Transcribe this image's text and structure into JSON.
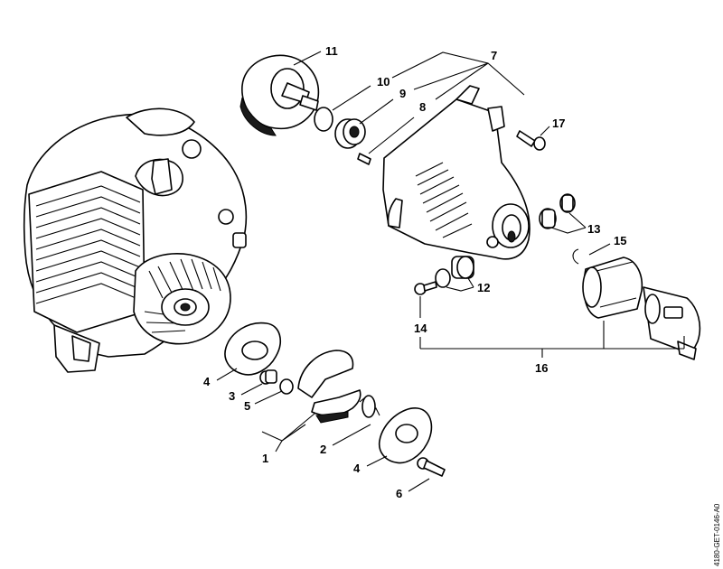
{
  "diagram": {
    "callouts": {
      "c1": "1",
      "c2": "2",
      "c3": "3",
      "c4a": "4",
      "c4b": "4",
      "c5": "5",
      "c6": "6",
      "c7": "7",
      "c8": "8",
      "c9": "9",
      "c10": "10",
      "c11": "11",
      "c12": "12",
      "c13": "13",
      "c14": "14",
      "c15": "15",
      "c16": "16",
      "c17": "17"
    },
    "doc_ref": "4180-GET-0146-A0"
  }
}
